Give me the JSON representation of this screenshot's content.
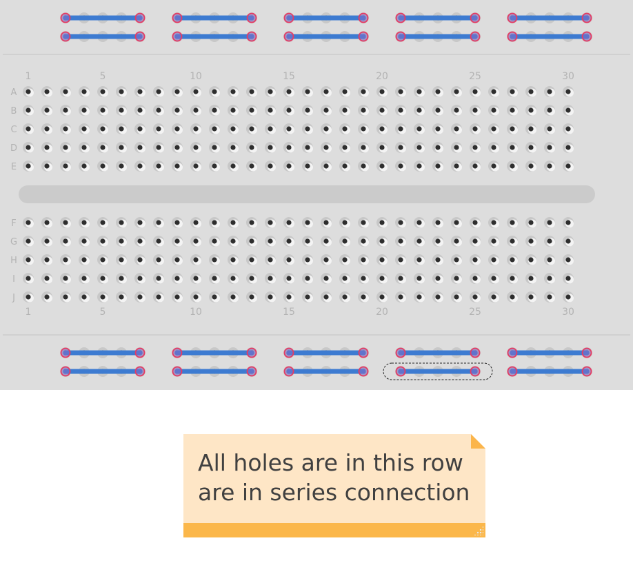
{
  "breadboard": {
    "columns": 30,
    "top_rows": [
      "A",
      "B",
      "C",
      "D",
      "E"
    ],
    "bottom_rows": [
      "F",
      "G",
      "H",
      "I",
      "J"
    ],
    "column_labels": [
      "1",
      "5",
      "10",
      "15",
      "20",
      "25",
      "30"
    ],
    "rail_groups_per_row": 5,
    "rail_rows_per_rail": 2,
    "highlighted_rail": {
      "rail": "bottom",
      "row": 2,
      "group": 4
    },
    "colors": {
      "board": "#dddddd",
      "hole": "#2e2e2e",
      "hole_ring": "#c8c8c8",
      "hole_highlight": "#f4f4f4",
      "divider": "#cbcbcb",
      "rail_line": "#3d7bd1",
      "rail_end": "#e63b63",
      "label": "#b3b3b3"
    }
  },
  "note": {
    "text": "All holes are in this row\nare in series connection",
    "colors": {
      "body": "#fee6c6",
      "bar": "#fbb74a",
      "text": "#404040"
    }
  }
}
